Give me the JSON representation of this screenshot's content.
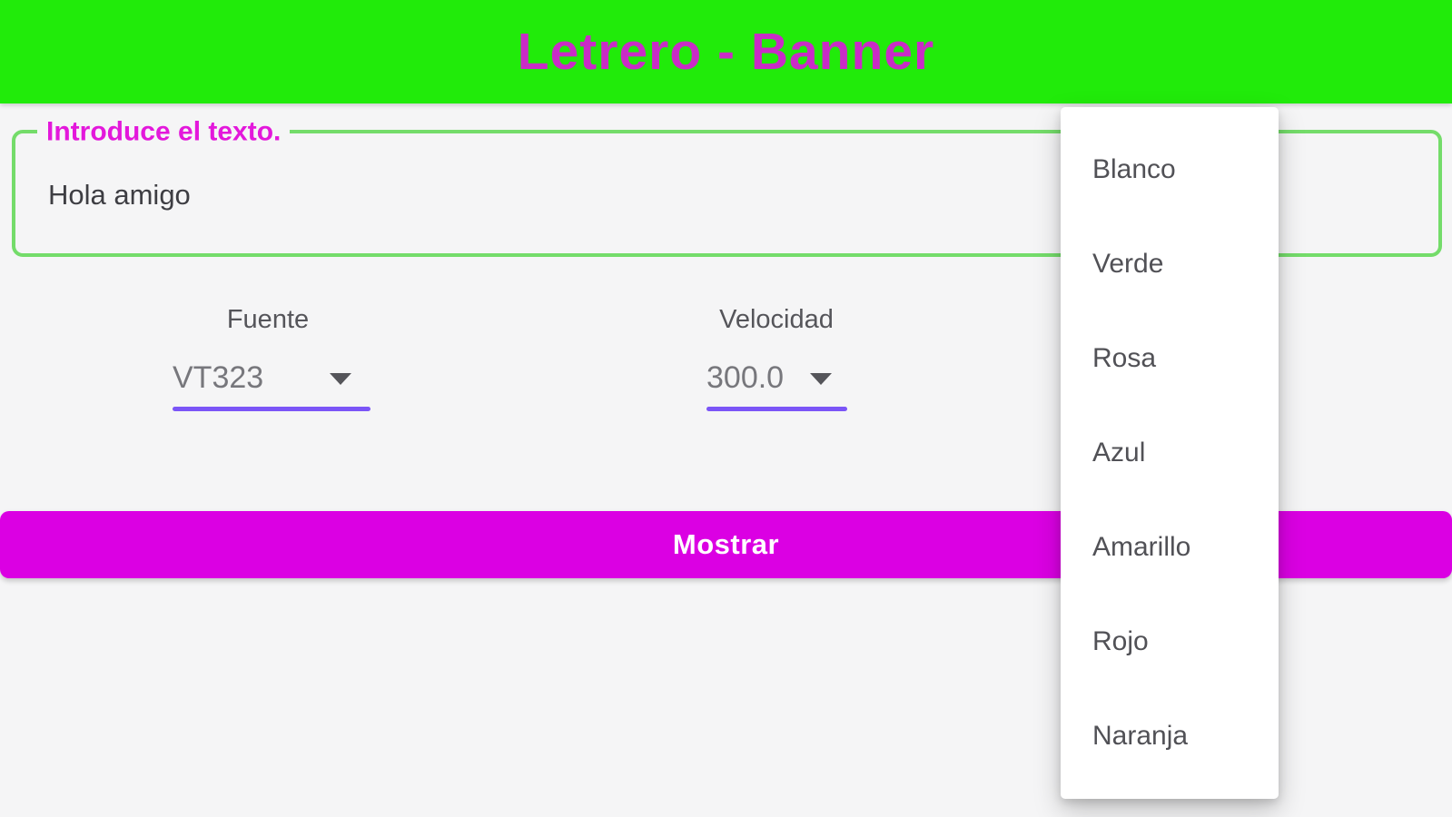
{
  "app_bar": {
    "title": "Letrero - Banner"
  },
  "text_field": {
    "label": "Introduce el texto.",
    "value": "Hola amigo"
  },
  "font_control": {
    "label": "Fuente",
    "value": "VT323"
  },
  "speed_control": {
    "label": "Velocidad",
    "value": "300.0"
  },
  "show_button": {
    "label": "Mostrar"
  },
  "color_menu": {
    "items": [
      "Blanco",
      "Verde",
      "Rosa",
      "Azul",
      "Amarillo",
      "Rojo",
      "Naranja"
    ]
  },
  "colors": {
    "header_green": "#21EB0A",
    "title_magenta": "#C92CC6",
    "label_magenta": "#E318DB",
    "field_border_green": "#74DC6A",
    "underline_purple": "#7B55F7",
    "button_magenta": "#DB00E3",
    "page_background": "#F5F5F6",
    "menu_background": "#FFFFFF"
  }
}
